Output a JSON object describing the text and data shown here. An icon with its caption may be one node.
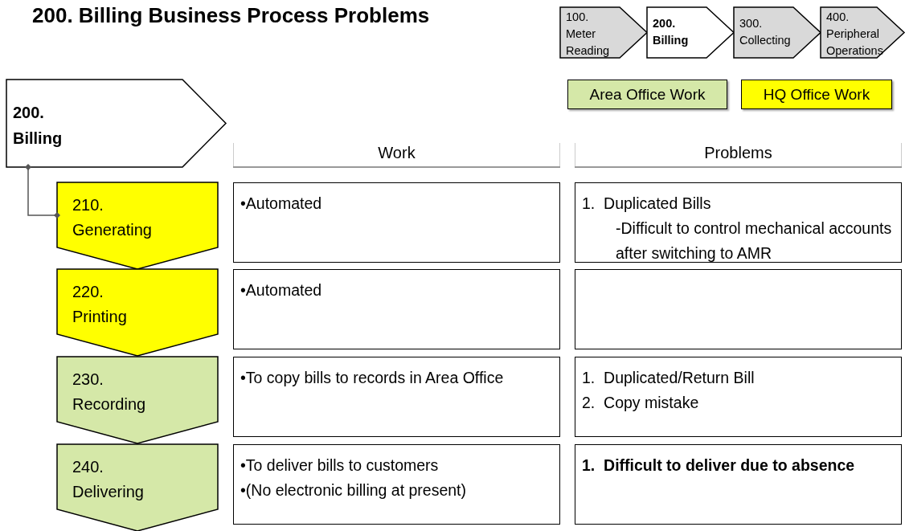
{
  "diagram": {
    "title": "200. Billing Business Process Problems",
    "nodes": [
      {
        "text": [
          "100.",
          "Meter Reading"
        ]
      },
      {
        "text": [
          "200.",
          "Billing"
        ]
      },
      {
        "text": [
          "300.",
          "Collecting"
        ]
      },
      {
        "text": [
          "400.",
          "Peripheral Operations"
        ]
      },
      {
        "text": [
          "200.",
          "Billing"
        ]
      },
      {
        "text": [
          "210.",
          "Generating"
        ]
      },
      {
        "text": [
          "•Automated"
        ]
      },
      {
        "text": [
          "1.  Duplicated Bills",
          "-Difficult to control mechanical accounts after switching to AMR"
        ]
      },
      {
        "text": [
          "220.",
          "Printing"
        ]
      },
      {
        "text": [
          "•Automated"
        ]
      },
      {
        "text": [],
        "shape": "box"
      },
      {
        "text": [
          "230.",
          "Recording"
        ]
      },
      {
        "text": [
          "•To copy bills to records in Area Office"
        ]
      },
      {
        "text": [
          "1.  Duplicated/Return Bill",
          "2.  Copy mistake"
        ]
      },
      {
        "text": [
          "240.",
          "Delivering"
        ]
      },
      {
        "text": [
          "•To deliver bills to customers",
          "•(No electronic billing at present)"
        ]
      },
      {
        "text": [
          "1.  Difficult to deliver due to absence"
        ]
      }
    ],
    "edges": [
      {
        "from": 4,
        "to": 5,
        "arrow": "other"
      }
    ],
    "labels": [
      "Work",
      "Problems"
    ],
    "legend": [
      {
        "text": "Area Office Work",
        "color": "#d5e8a8"
      },
      {
        "text": "HQ Office Work",
        "color": "#ffff00"
      }
    ]
  }
}
